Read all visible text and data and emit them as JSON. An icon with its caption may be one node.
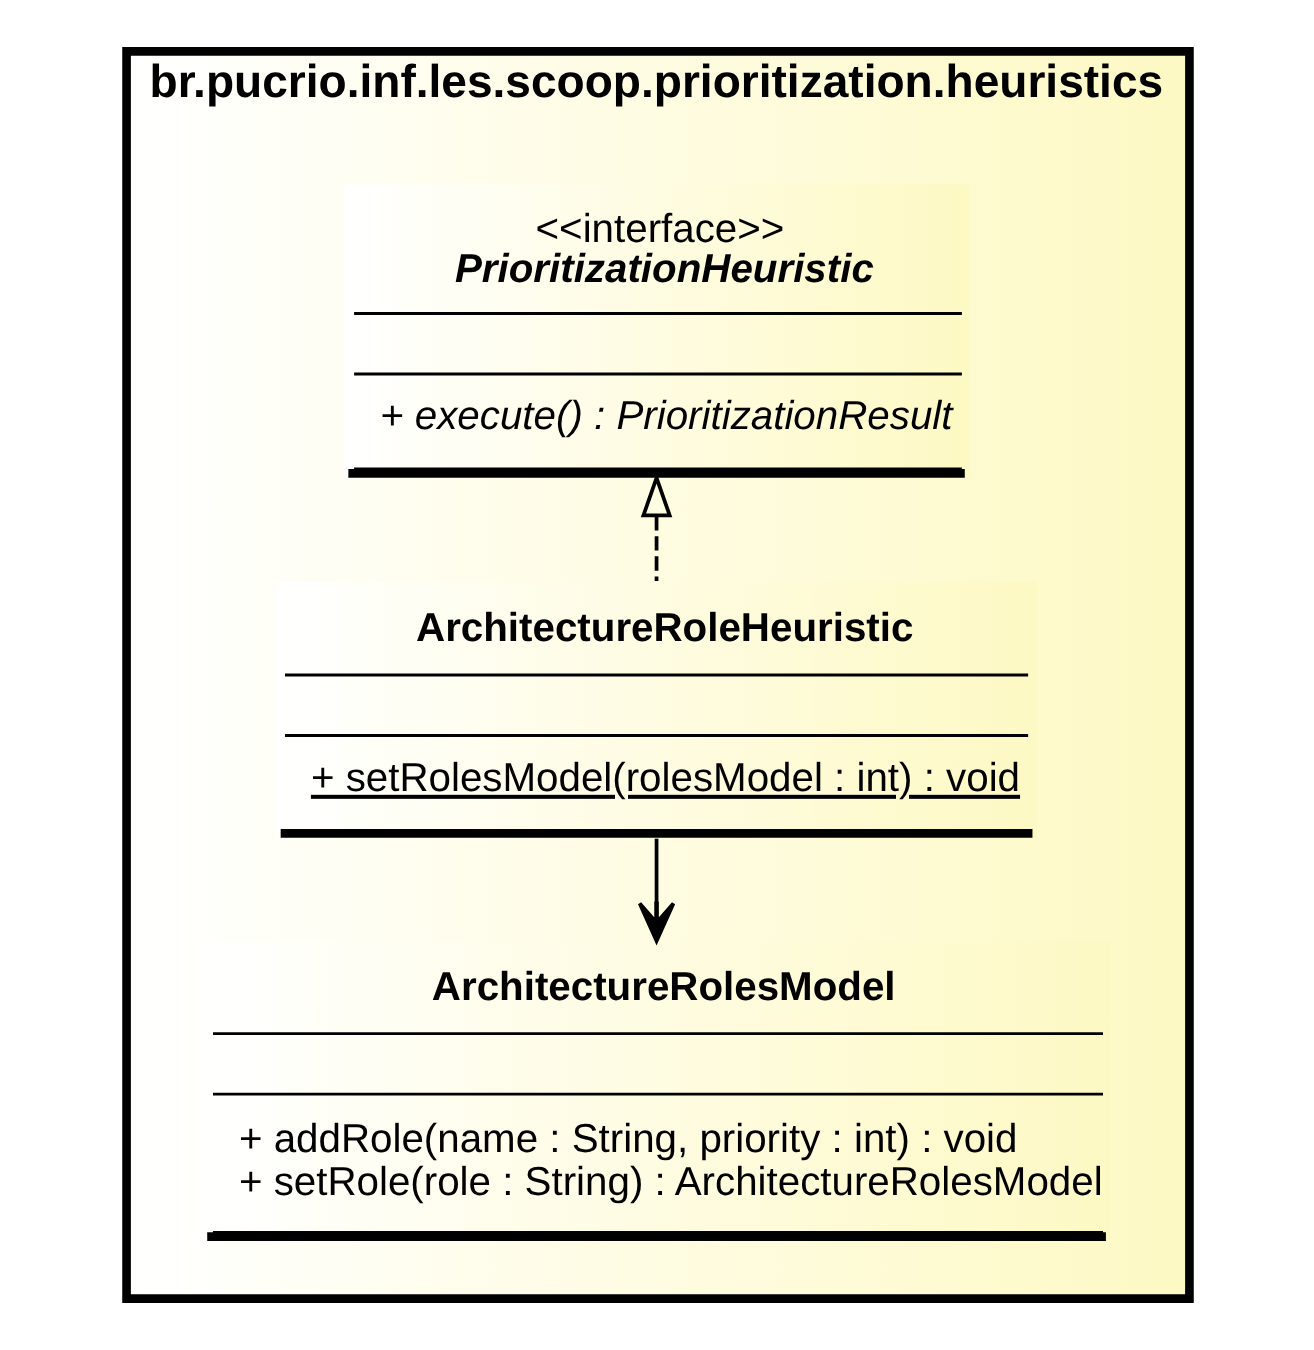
{
  "diagram": {
    "nodes": [
      {
        "text": [
          "br.pucrio.inf.les.scoop.prioritization.heuristics"
        ]
      },
      {
        "text": [
          "<<interface>>",
          "PrioritizationHeuristic",
          "+ execute() : PrioritizationResult"
        ],
        "in": 0
      },
      {
        "text": [
          "ArchitectureRoleHeuristic",
          "+ setRolesModel(rolesModel : int) : void"
        ],
        "in": 0
      },
      {
        "text": [
          "ArchitectureRolesModel",
          "+ addRole(name : String, priority : int) : void",
          "+ setRole(role : String) : ArchitectureRolesModel"
        ],
        "in": 0
      }
    ],
    "edges": [
      {
        "from": 2,
        "to": 1,
        "arrow": "to",
        "style": "dashed"
      },
      {
        "from": 2,
        "to": 3,
        "arrow": "to"
      }
    ]
  }
}
